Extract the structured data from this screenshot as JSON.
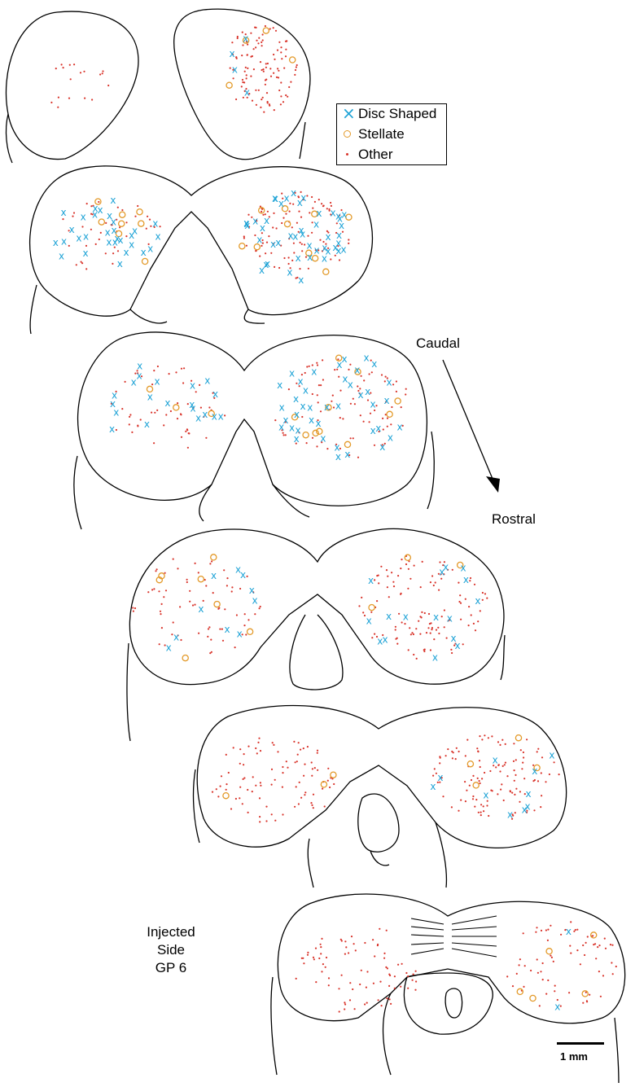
{
  "legend": {
    "items": [
      {
        "label": "Disc Shaped",
        "symbol": "x",
        "color": "#1fa3d6"
      },
      {
        "label": "Stellate",
        "symbol": "o",
        "color": "#e39a2a"
      },
      {
        "label": "Other",
        "symbol": "dot",
        "color": "#d9342b"
      }
    ]
  },
  "direction": {
    "from": "Caudal",
    "to": "Rostral"
  },
  "side_label": [
    "Injected",
    "Side",
    "GP 6"
  ],
  "scale": {
    "label": "1 mm"
  },
  "sections_count": 6
}
